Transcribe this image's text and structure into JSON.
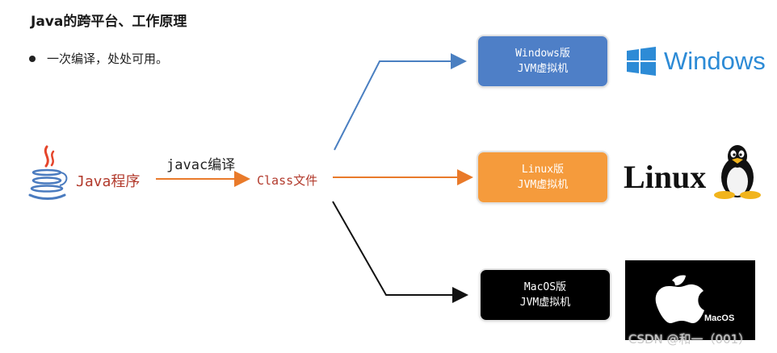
{
  "title": "Java的跨平台、工作原理",
  "bullet": "一次编译，处处可用。",
  "source": {
    "label": "Java程序",
    "icon": "java-icon"
  },
  "compile": {
    "label": "javac编译"
  },
  "class_file": {
    "label": "Class文件"
  },
  "targets": [
    {
      "line1": "Windows版",
      "line2": "JVM虚拟机",
      "color": "#4e7fc7",
      "logo_text": "Windows",
      "icon": "windows-icon"
    },
    {
      "line1": "Linux版",
      "line2": "JVM虚拟机",
      "color": "#f59b3c",
      "logo_text": "Linux",
      "icon": "tux-penguin-icon"
    },
    {
      "line1": "MacOS版",
      "line2": "JVM虚拟机",
      "color": "#000000",
      "logo_text": "MacOS",
      "icon": "apple-icon"
    }
  ],
  "watermark": "CSDN @和一（001）",
  "arrow_colors": {
    "blue": "#4a7fc1",
    "orange": "#e97a2a",
    "black": "#111111"
  }
}
